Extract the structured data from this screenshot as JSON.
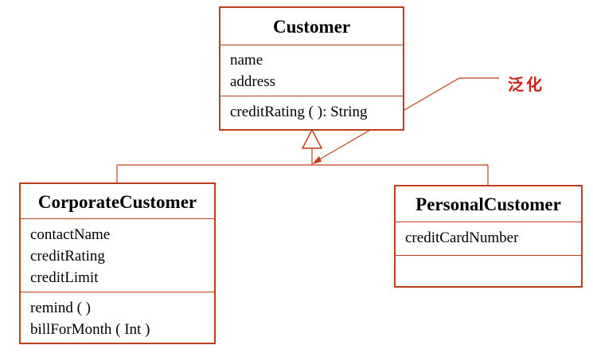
{
  "colors": {
    "border": "#b8401c",
    "connector": "#c0401c",
    "annotation": "#d0201a"
  },
  "classes": {
    "customer": {
      "name": "Customer",
      "attributes": [
        "name",
        "address"
      ],
      "operations": [
        "creditRating ( ): String"
      ]
    },
    "corporate": {
      "name": "CorporateCustomer",
      "attributes": [
        "contactName",
        "creditRating",
        "creditLimit"
      ],
      "operations": [
        "remind ( )",
        "billForMonth ( Int )"
      ]
    },
    "personal": {
      "name": "PersonalCustomer",
      "attributes": [
        "creditCardNumber"
      ],
      "operations": []
    }
  },
  "annotation": {
    "label": "泛化"
  }
}
